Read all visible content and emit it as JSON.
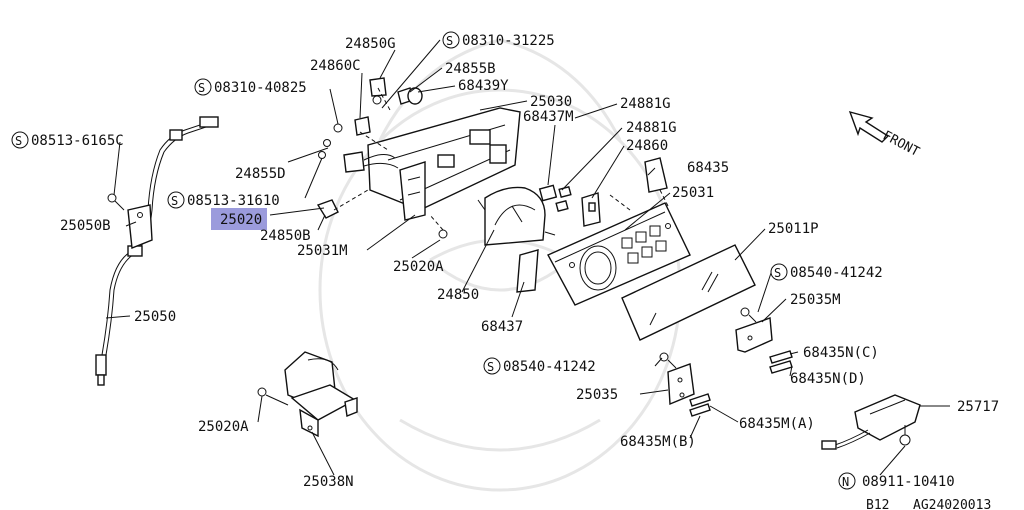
{
  "parts": {
    "p24850G": "24850G",
    "p08310_31225": "08310-31225",
    "p24860C": "24860C",
    "p24855B": "24855B",
    "p08310_40825": "08310-40825",
    "p68439Y": "68439Y",
    "p25030": "25030",
    "p24881G_1": "24881G",
    "p68437M": "68437M",
    "p24881G_2": "24881G",
    "p08513_6165C": "08513-6165C",
    "p24855D": "24855D",
    "p24860": "24860",
    "p68435": "68435",
    "p08513_31610": "08513-31610",
    "p25031": "25031",
    "p25020": "25020",
    "p25050B": "25050B",
    "p24850B": "24850B",
    "p25011P": "25011P",
    "p25031M": "25031M",
    "p25020A_1": "25020A",
    "p08540_41242_1": "08540-41242",
    "p24850": "24850",
    "p25035M": "25035M",
    "p25050": "25050",
    "p68437": "68437",
    "p68435NC": "68435N(C)",
    "p08540_41242_2": "08540-41242",
    "p68435ND": "68435N(D)",
    "p25035": "25035",
    "p25717": "25717",
    "p68435MA": "68435M(A)",
    "p25020A_2": "25020A",
    "p68435MB": "68435M(B)",
    "p25038N": "25038N",
    "p08911_10410": "08911-10410"
  },
  "prefix": {
    "s": "S",
    "n": "N"
  },
  "front_label": "FRONT",
  "footer": {
    "code1": "B12",
    "code2": "AG24020013"
  },
  "colors": {
    "highlight": "#9b9bdc",
    "ink": "#111111"
  }
}
